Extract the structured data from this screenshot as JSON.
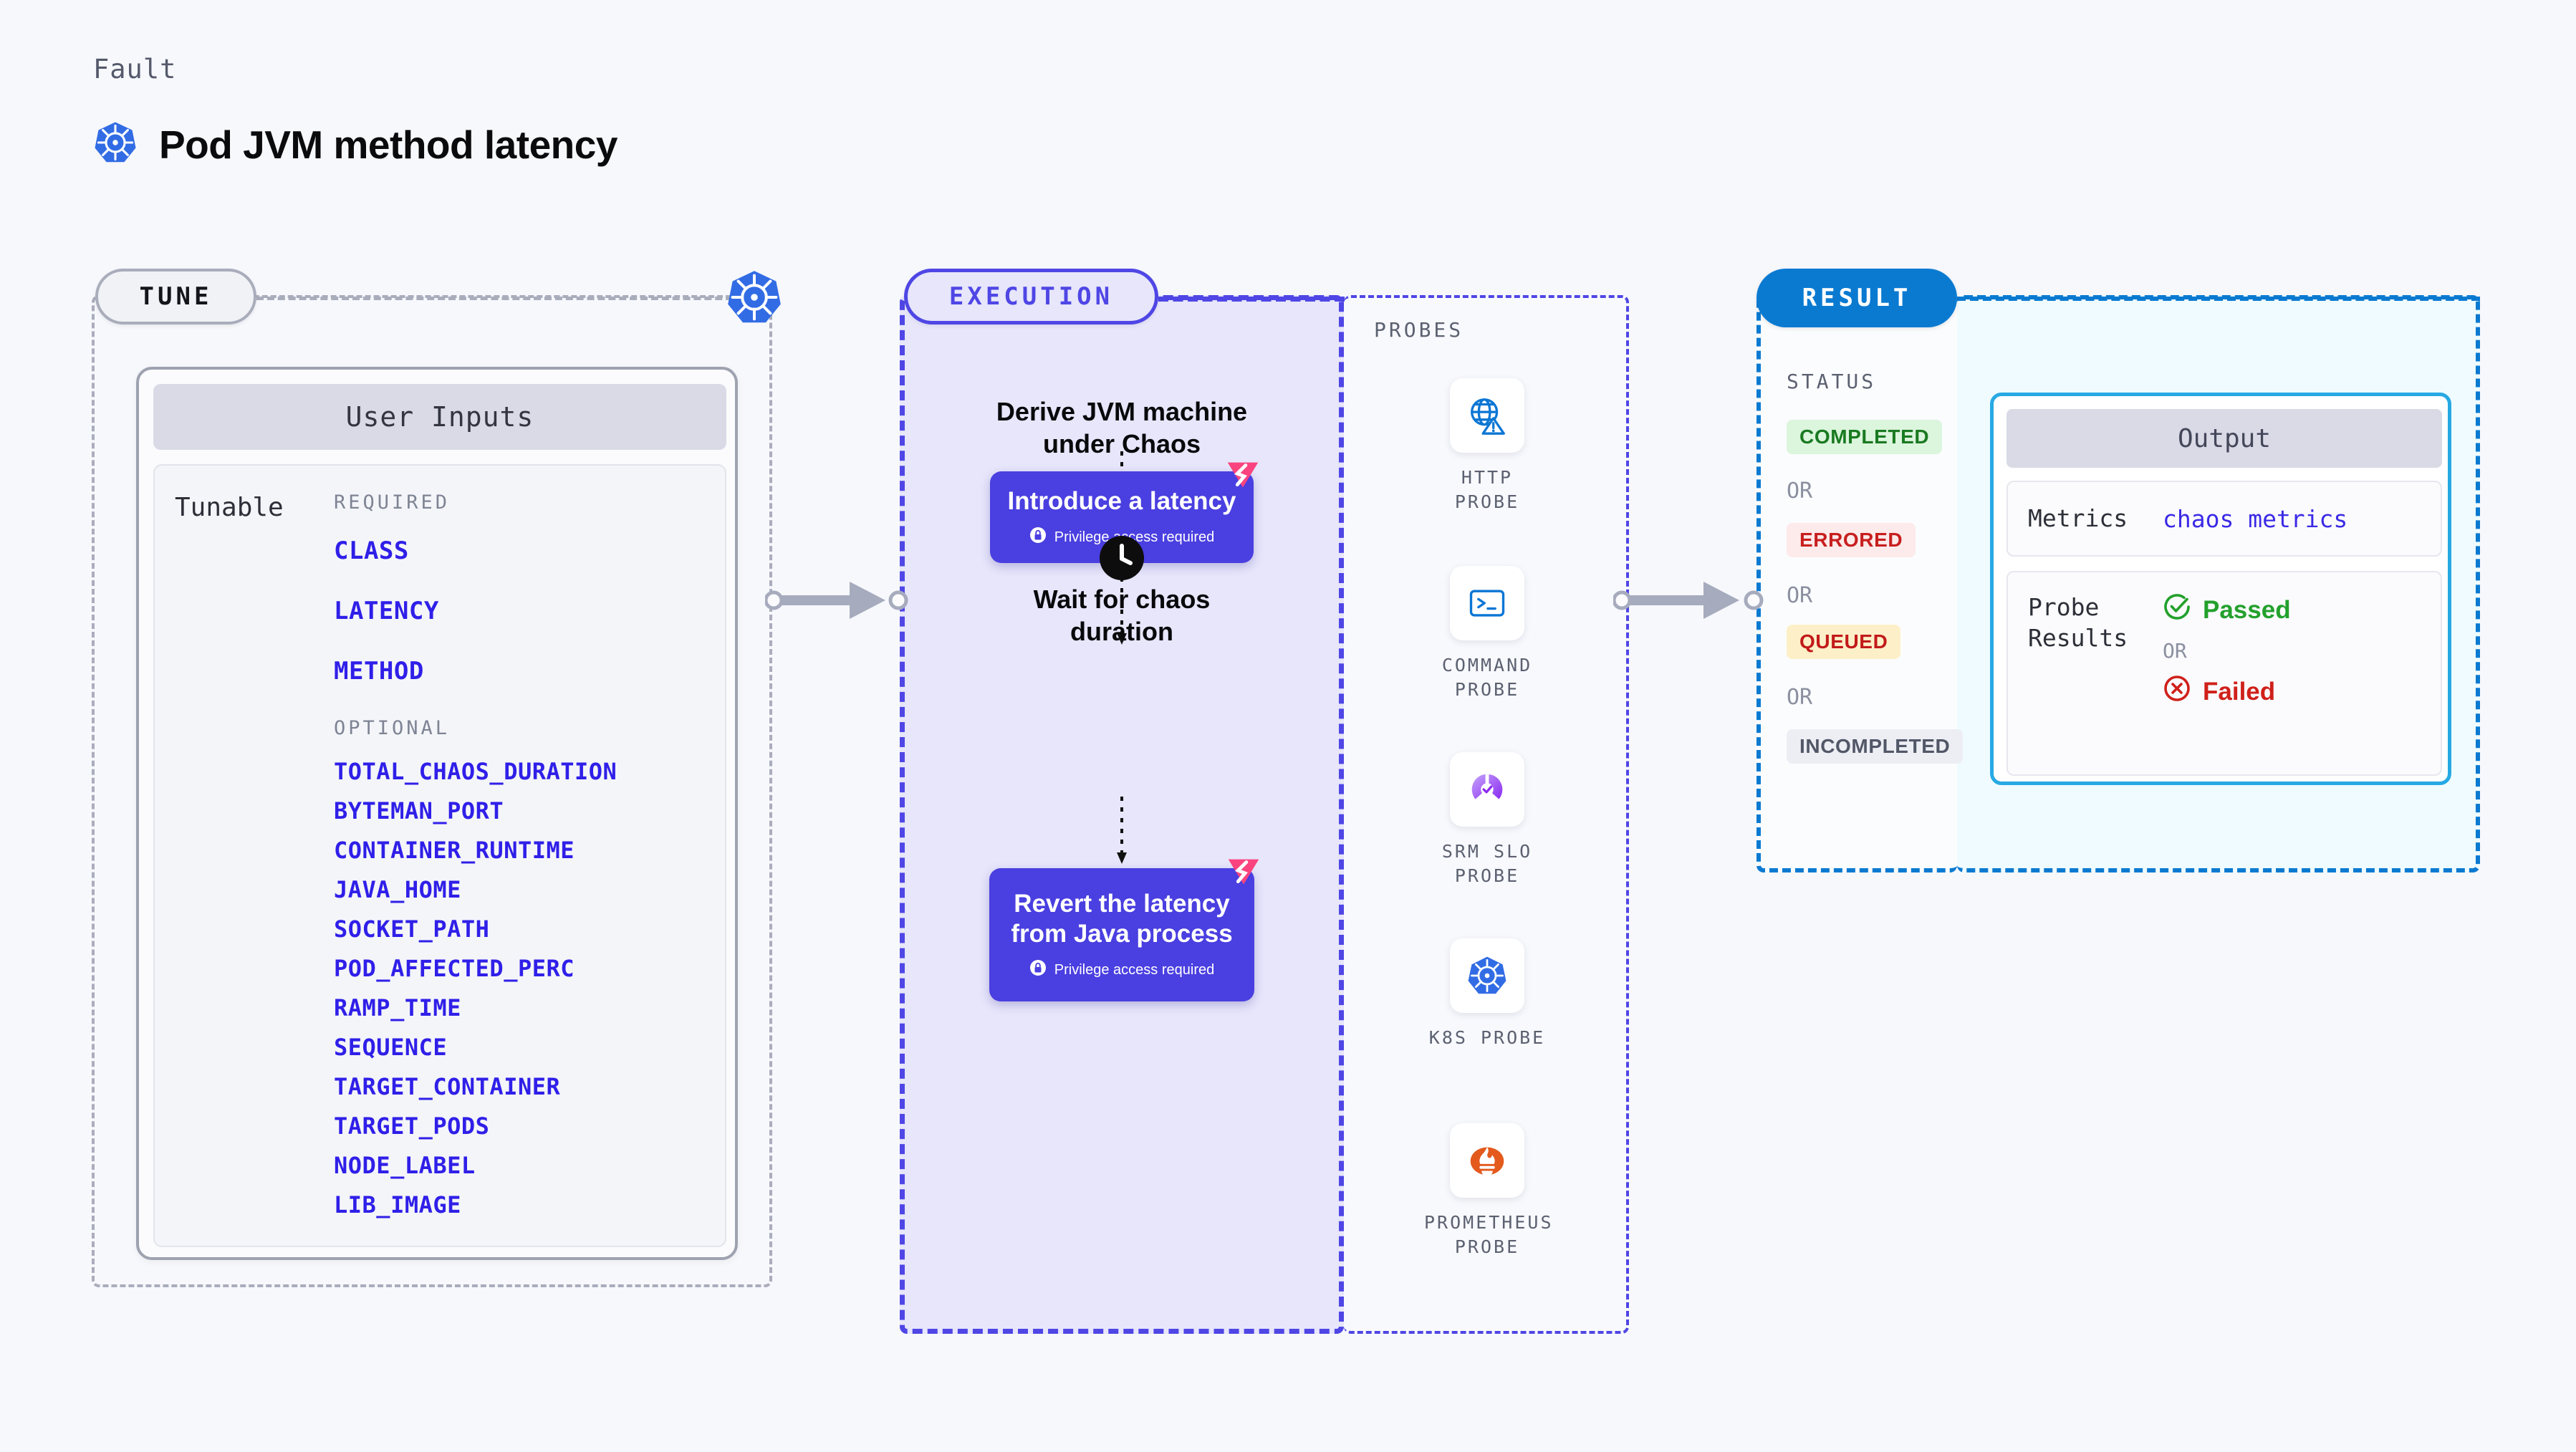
{
  "header": {
    "kicker": "Fault",
    "title": "Pod JVM method latency",
    "icon": "kubernetes-icon"
  },
  "tune": {
    "pill_label": "TUNE",
    "badge_icon": "kubernetes-icon",
    "card": {
      "title": "User Inputs",
      "row_label": "Tunable",
      "required_title": "REQUIRED",
      "required": [
        "CLASS",
        "LATENCY",
        "METHOD"
      ],
      "optional_title": "OPTIONAL",
      "optional": [
        "TOTAL_CHAOS_DURATION",
        "BYTEMAN_PORT",
        "CONTAINER_RUNTIME",
        "JAVA_HOME",
        "SOCKET_PATH",
        "POD_AFFECTED_PERC",
        "RAMP_TIME",
        "SEQUENCE",
        "TARGET_CONTAINER",
        "TARGET_PODS",
        "NODE_LABEL",
        "LIB_IMAGE"
      ]
    }
  },
  "execution": {
    "pill_label": "EXECUTION",
    "step_1_text": "Derive JVM machine\nunder Chaos",
    "node_1": {
      "title": "Introduce a latency",
      "sub": "Privilege access required",
      "sub_icon": "lock-icon",
      "corner_icon": "litmus-chaos-icon"
    },
    "wait_icon": "clock-icon",
    "step_2_text": "Wait for chaos\nduration",
    "node_2": {
      "title": "Revert the latency\nfrom Java process",
      "sub": "Privilege access required",
      "sub_icon": "lock-icon",
      "corner_icon": "litmus-chaos-icon"
    }
  },
  "probes": {
    "title": "PROBES",
    "items": [
      {
        "label": "HTTP PROBE",
        "icon": "globe-warning-icon"
      },
      {
        "label": "COMMAND\nPROBE",
        "icon": "terminal-icon"
      },
      {
        "label": "SRM SLO\nPROBE",
        "icon": "srm-slo-icon"
      },
      {
        "label": "K8S PROBE",
        "icon": "kubernetes-icon"
      },
      {
        "label": "PROMETHEUS\nPROBE",
        "icon": "prometheus-icon"
      }
    ]
  },
  "result": {
    "pill_label": "RESULT",
    "status_title": "STATUS",
    "or_label": "OR",
    "statuses": [
      {
        "label": "COMPLETED",
        "bg": "#dcf5dd",
        "fg": "#1a7a21"
      },
      {
        "label": "ERRORED",
        "bg": "#fdeaea",
        "fg": "#c71f1f"
      },
      {
        "label": "QUEUED",
        "bg": "#fdf0c8",
        "fg": "#c21a1a"
      },
      {
        "label": "INCOMPLETED",
        "bg": "#eceef4",
        "fg": "#525767"
      }
    ]
  },
  "output": {
    "title": "Output",
    "metrics_key": "Metrics",
    "metrics_value": "chaos metrics",
    "probe_results_key": "Probe\nResults",
    "passed_label": "Passed",
    "passed_icon": "check-circle-icon",
    "or_label": "OR",
    "failed_label": "Failed",
    "failed_icon": "x-circle-icon"
  },
  "connectors": {
    "arrow_1": "arrow-right-icon",
    "arrow_2": "arrow-right-icon"
  },
  "colors": {
    "brand_purple": "#4a3fe0",
    "brand_blue": "#0a7ad1",
    "param_blue": "#2f1fe8",
    "pink": "#f9447f",
    "k8s_blue": "#326ce5"
  }
}
